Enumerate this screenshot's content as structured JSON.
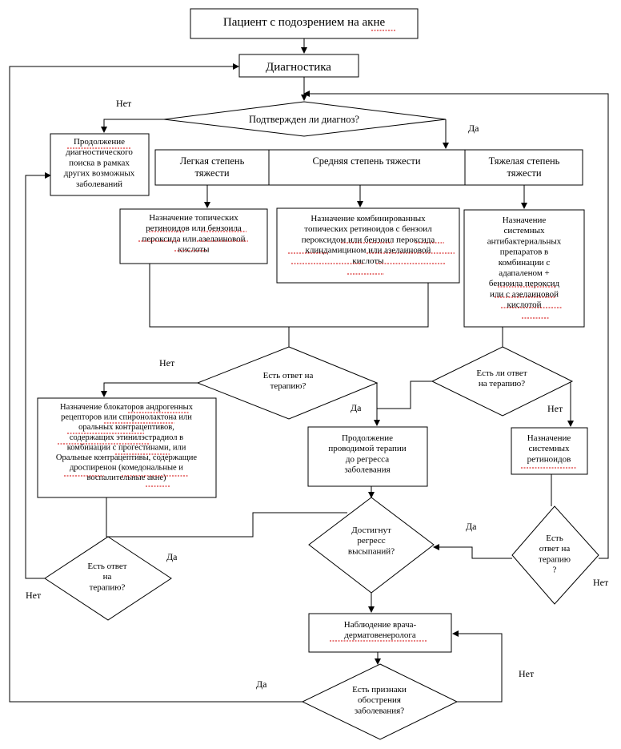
{
  "nodes": {
    "start": {
      "lines": [
        "Пациент с подозрением на акне"
      ]
    },
    "diagnostics": {
      "lines": [
        "Диагностика"
      ]
    },
    "confirmed": {
      "lines": [
        "Подтвержден ли диагноз?"
      ]
    },
    "continue_search": {
      "lines": [
        "Продолжение",
        "диагностического",
        "поиска в рамках",
        "других возможных",
        "заболеваний"
      ]
    },
    "mild": {
      "lines": [
        "Легкая степень",
        "тяжести"
      ]
    },
    "moderate": {
      "lines": [
        "Средняя степень тяжести"
      ]
    },
    "severe": {
      "lines": [
        "Тяжелая степень",
        "тяжести"
      ]
    },
    "mild_tx": {
      "lines": [
        "Назначение топических",
        "ретиноидов или бензоила",
        "пероксида или азелаиновой",
        "кислоты"
      ]
    },
    "moderate_tx": {
      "lines": [
        "Назначение комбинированных",
        "топических ретиноидов с бензоил",
        "пероксидом или бензоил пероксида",
        "клиндамицином или азелаиновой",
        "кислоты"
      ]
    },
    "severe_tx": {
      "lines": [
        "Назначение",
        "системных",
        "антибактериальных",
        "препаратов в",
        "комбинации с",
        "адапаленом +",
        "бензоила пероксид",
        "или с азелаиновой",
        "кислотой"
      ]
    },
    "resp1": {
      "lines": [
        "Есть ответ на",
        "терапию?"
      ]
    },
    "resp2": {
      "lines": [
        "Есть ли ответ",
        "на терапию?"
      ]
    },
    "blockers": {
      "lines": [
        "Назначение блокаторов андрогенных",
        "рецепторов или спиронолактона или",
        "оральных контрацептивов,",
        "содержащих этинилэстрадиол в",
        "комбинации с прогестинами, или",
        "Оральные контрацептивы, содержащие",
        "дроспиренон (комедональные и",
        "воспалительные акне)"
      ]
    },
    "continue_tx": {
      "lines": [
        "Продолжение",
        "проводимой терапии",
        "до регресса",
        "заболевания"
      ]
    },
    "sys_retinoids": {
      "lines": [
        "Назначение",
        "системных",
        "ретиноидов"
      ]
    },
    "regress": {
      "lines": [
        "Достигнут",
        "регресс",
        "высыпаний?"
      ]
    },
    "resp3": {
      "lines": [
        "Есть ответ",
        "на",
        "терапию?"
      ]
    },
    "resp4": {
      "lines": [
        "Есть",
        "ответ на",
        "терапию",
        "?"
      ]
    },
    "observation": {
      "lines": [
        "Наблюдение врача-",
        "дерматовенеролога"
      ]
    },
    "exacerbation": {
      "lines": [
        "Есть признаки",
        "обострения",
        "заболевания?"
      ]
    }
  },
  "labels": {
    "no": "Нет",
    "yes": "Да"
  }
}
